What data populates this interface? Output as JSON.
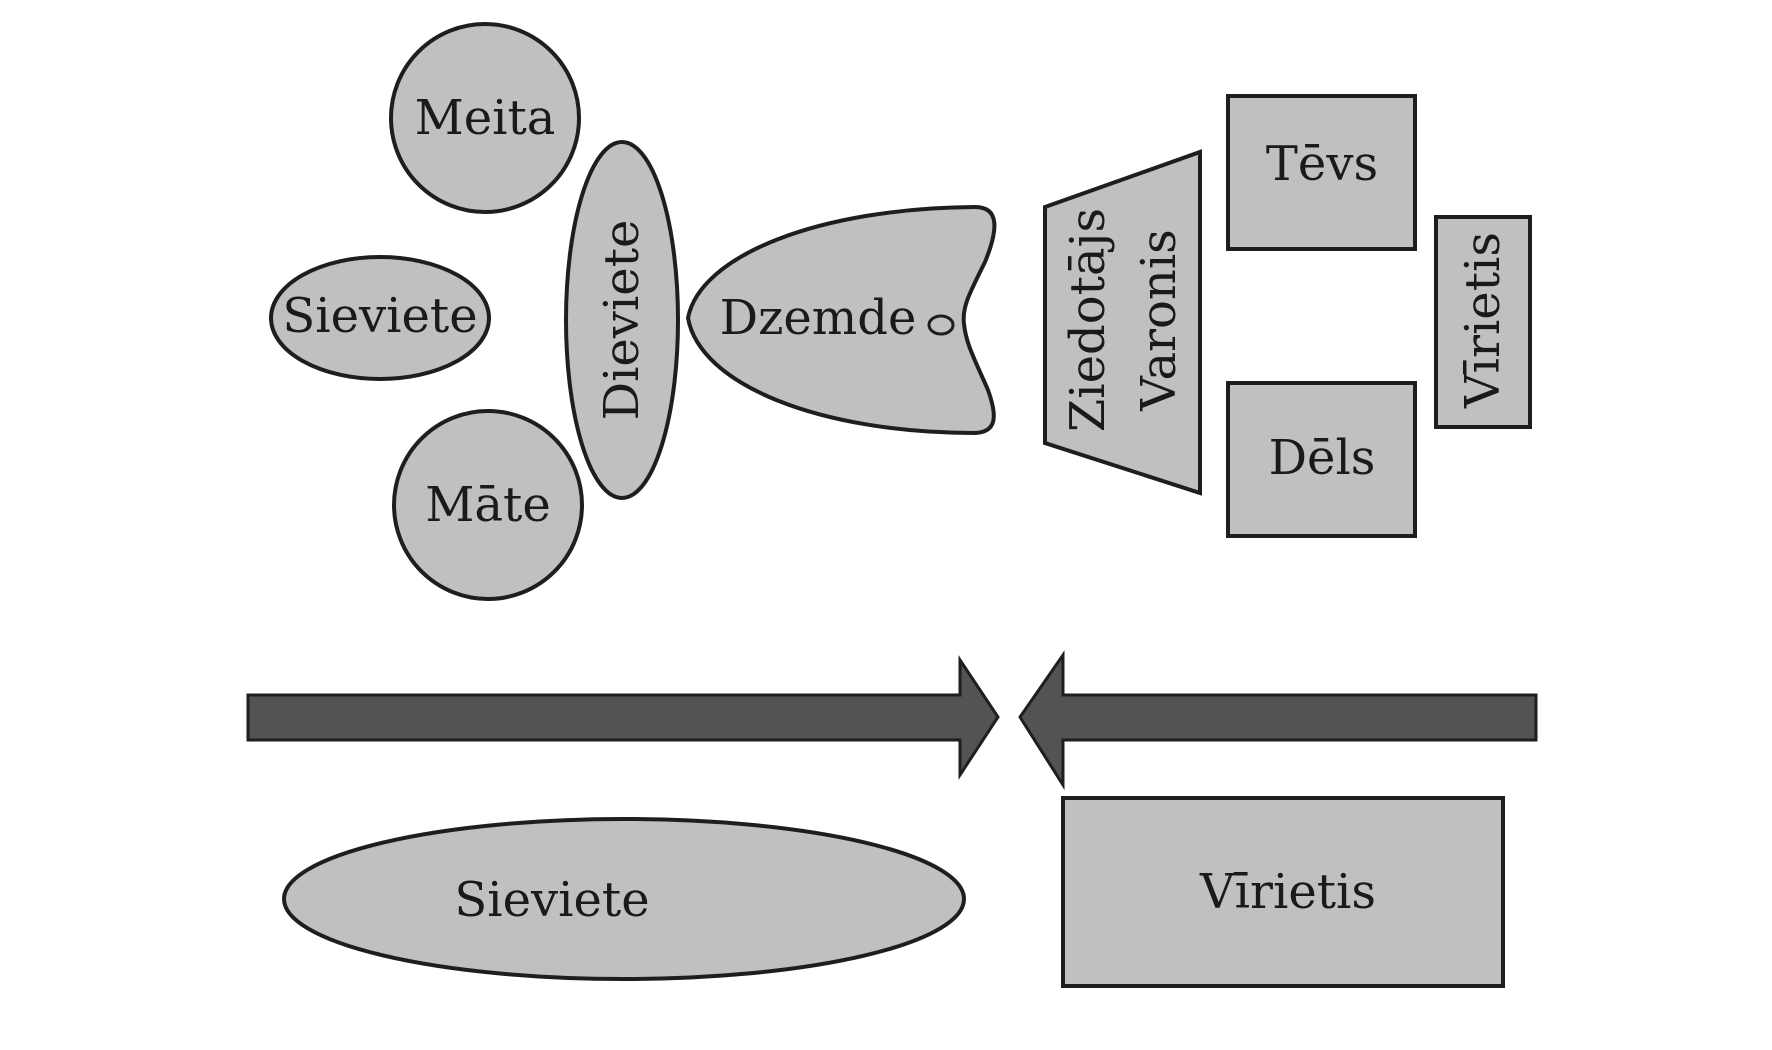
{
  "diagram": {
    "labels": {
      "meita": "Meita",
      "sieviete_top": "Sieviete",
      "mate": "Māte",
      "dieviete": "Dieviete",
      "dzemde": "Dzemde",
      "ziedotajs": "Ziedotājs",
      "varonis": "Varonis",
      "tevs": "Tēvs",
      "dels": "Dēls",
      "virietis_side": "Vīrietis",
      "sieviete_bottom": "Sieviete",
      "virietis_bottom": "Vīrietis"
    },
    "colors": {
      "shape_fill": "#bfc0c1",
      "outline": "#1e1e1e",
      "arrow_fill": "#515354",
      "background": "#ffffff"
    },
    "arrows": [
      {
        "direction": "right"
      },
      {
        "direction": "left"
      }
    ]
  }
}
